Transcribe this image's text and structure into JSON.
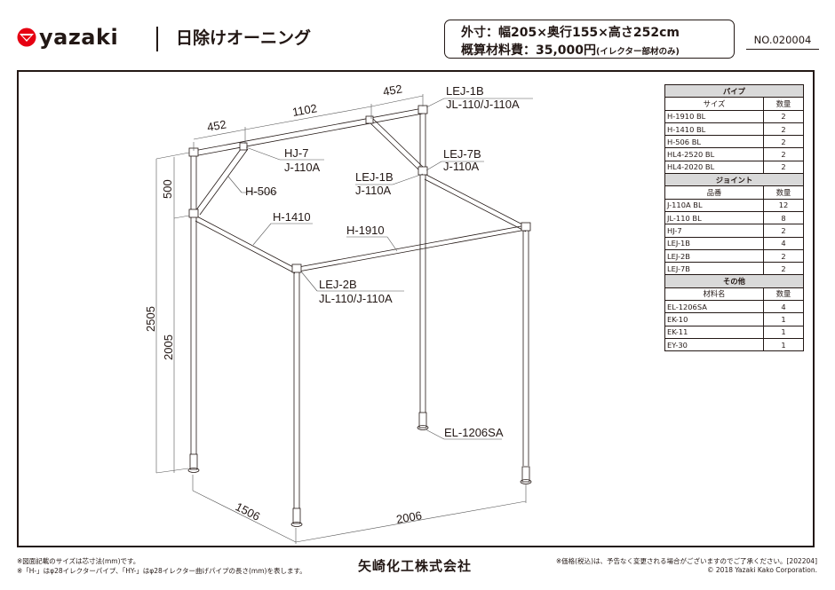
{
  "header": {
    "brand": "yazaki",
    "title": "日除けオーニング",
    "spec_size": "外寸：幅205×奥行155×高さ252cm",
    "spec_cost_label": "概算材料費：35,000円",
    "spec_cost_note": "(イレクター部材のみ)",
    "doc_number": "NO.020004",
    "brand_color": "#e60012"
  },
  "diagram": {
    "dimensions": {
      "top_left": "452",
      "top_middle": "1102",
      "top_right": "452",
      "height_upper": "500",
      "height_total": "2505",
      "height_lower": "2005",
      "depth": "1506",
      "width": "2006"
    },
    "callouts": {
      "lej1b_top_a": "LEJ-1B",
      "lej1b_top_b": "JL-110/J-110A",
      "hj7_a": "HJ-7",
      "hj7_b": "J-110A",
      "lej7b_a": "LEJ-7B",
      "lej7b_b": "J-110A",
      "lej1b_mid_a": "LEJ-1B",
      "lej1b_mid_b": "J-110A",
      "h506": "H-506",
      "h1410": "H-1410",
      "h1910": "H-1910",
      "lej2b_a": "LEJ-2B",
      "lej2b_b": "JL-110/J-110A",
      "el1206sa": "EL-1206SA"
    }
  },
  "parts_table": {
    "pipes": {
      "section": "パイプ",
      "col_name": "サイズ",
      "col_qty": "数量",
      "rows": [
        {
          "name": "H-1910 BL",
          "qty": "2"
        },
        {
          "name": "H-1410 BL",
          "qty": "2"
        },
        {
          "name": "H-506 BL",
          "qty": "2"
        },
        {
          "name": "HL4-2520 BL",
          "qty": "2"
        },
        {
          "name": "HL4-2020 BL",
          "qty": "2"
        }
      ]
    },
    "joints": {
      "section": "ジョイント",
      "col_name": "品番",
      "col_qty": "数量",
      "rows": [
        {
          "name": "J-110A BL",
          "qty": "12"
        },
        {
          "name": "JL-110 BL",
          "qty": "8"
        },
        {
          "name": "HJ-7",
          "qty": "2"
        },
        {
          "name": "LEJ-1B",
          "qty": "4"
        },
        {
          "name": "LEJ-2B",
          "qty": "2"
        },
        {
          "name": "LEJ-7B",
          "qty": "2"
        }
      ]
    },
    "others": {
      "section": "その他",
      "col_name": "材料名",
      "col_qty": "数量",
      "rows": [
        {
          "name": "EL-1206SA",
          "qty": "4"
        },
        {
          "name": "EK-10",
          "qty": "1"
        },
        {
          "name": "EK-11",
          "qty": "1"
        },
        {
          "name": "EY-30",
          "qty": "1"
        }
      ]
    }
  },
  "footer": {
    "note1": "※図面記載のサイズは芯寸法(mm)です。",
    "note2": "※「H-」はφ28イレクターパイプ、「HY-」はφ28イレクター曲げパイプの長さ(mm)を表します。",
    "company": "矢崎化工株式会社",
    "price_note": "※価格(税込)は、予告なく変更される場合がございますのでご了承ください。[202204]",
    "copyright": "© 2018 Yazaki Kako  Corporation."
  }
}
